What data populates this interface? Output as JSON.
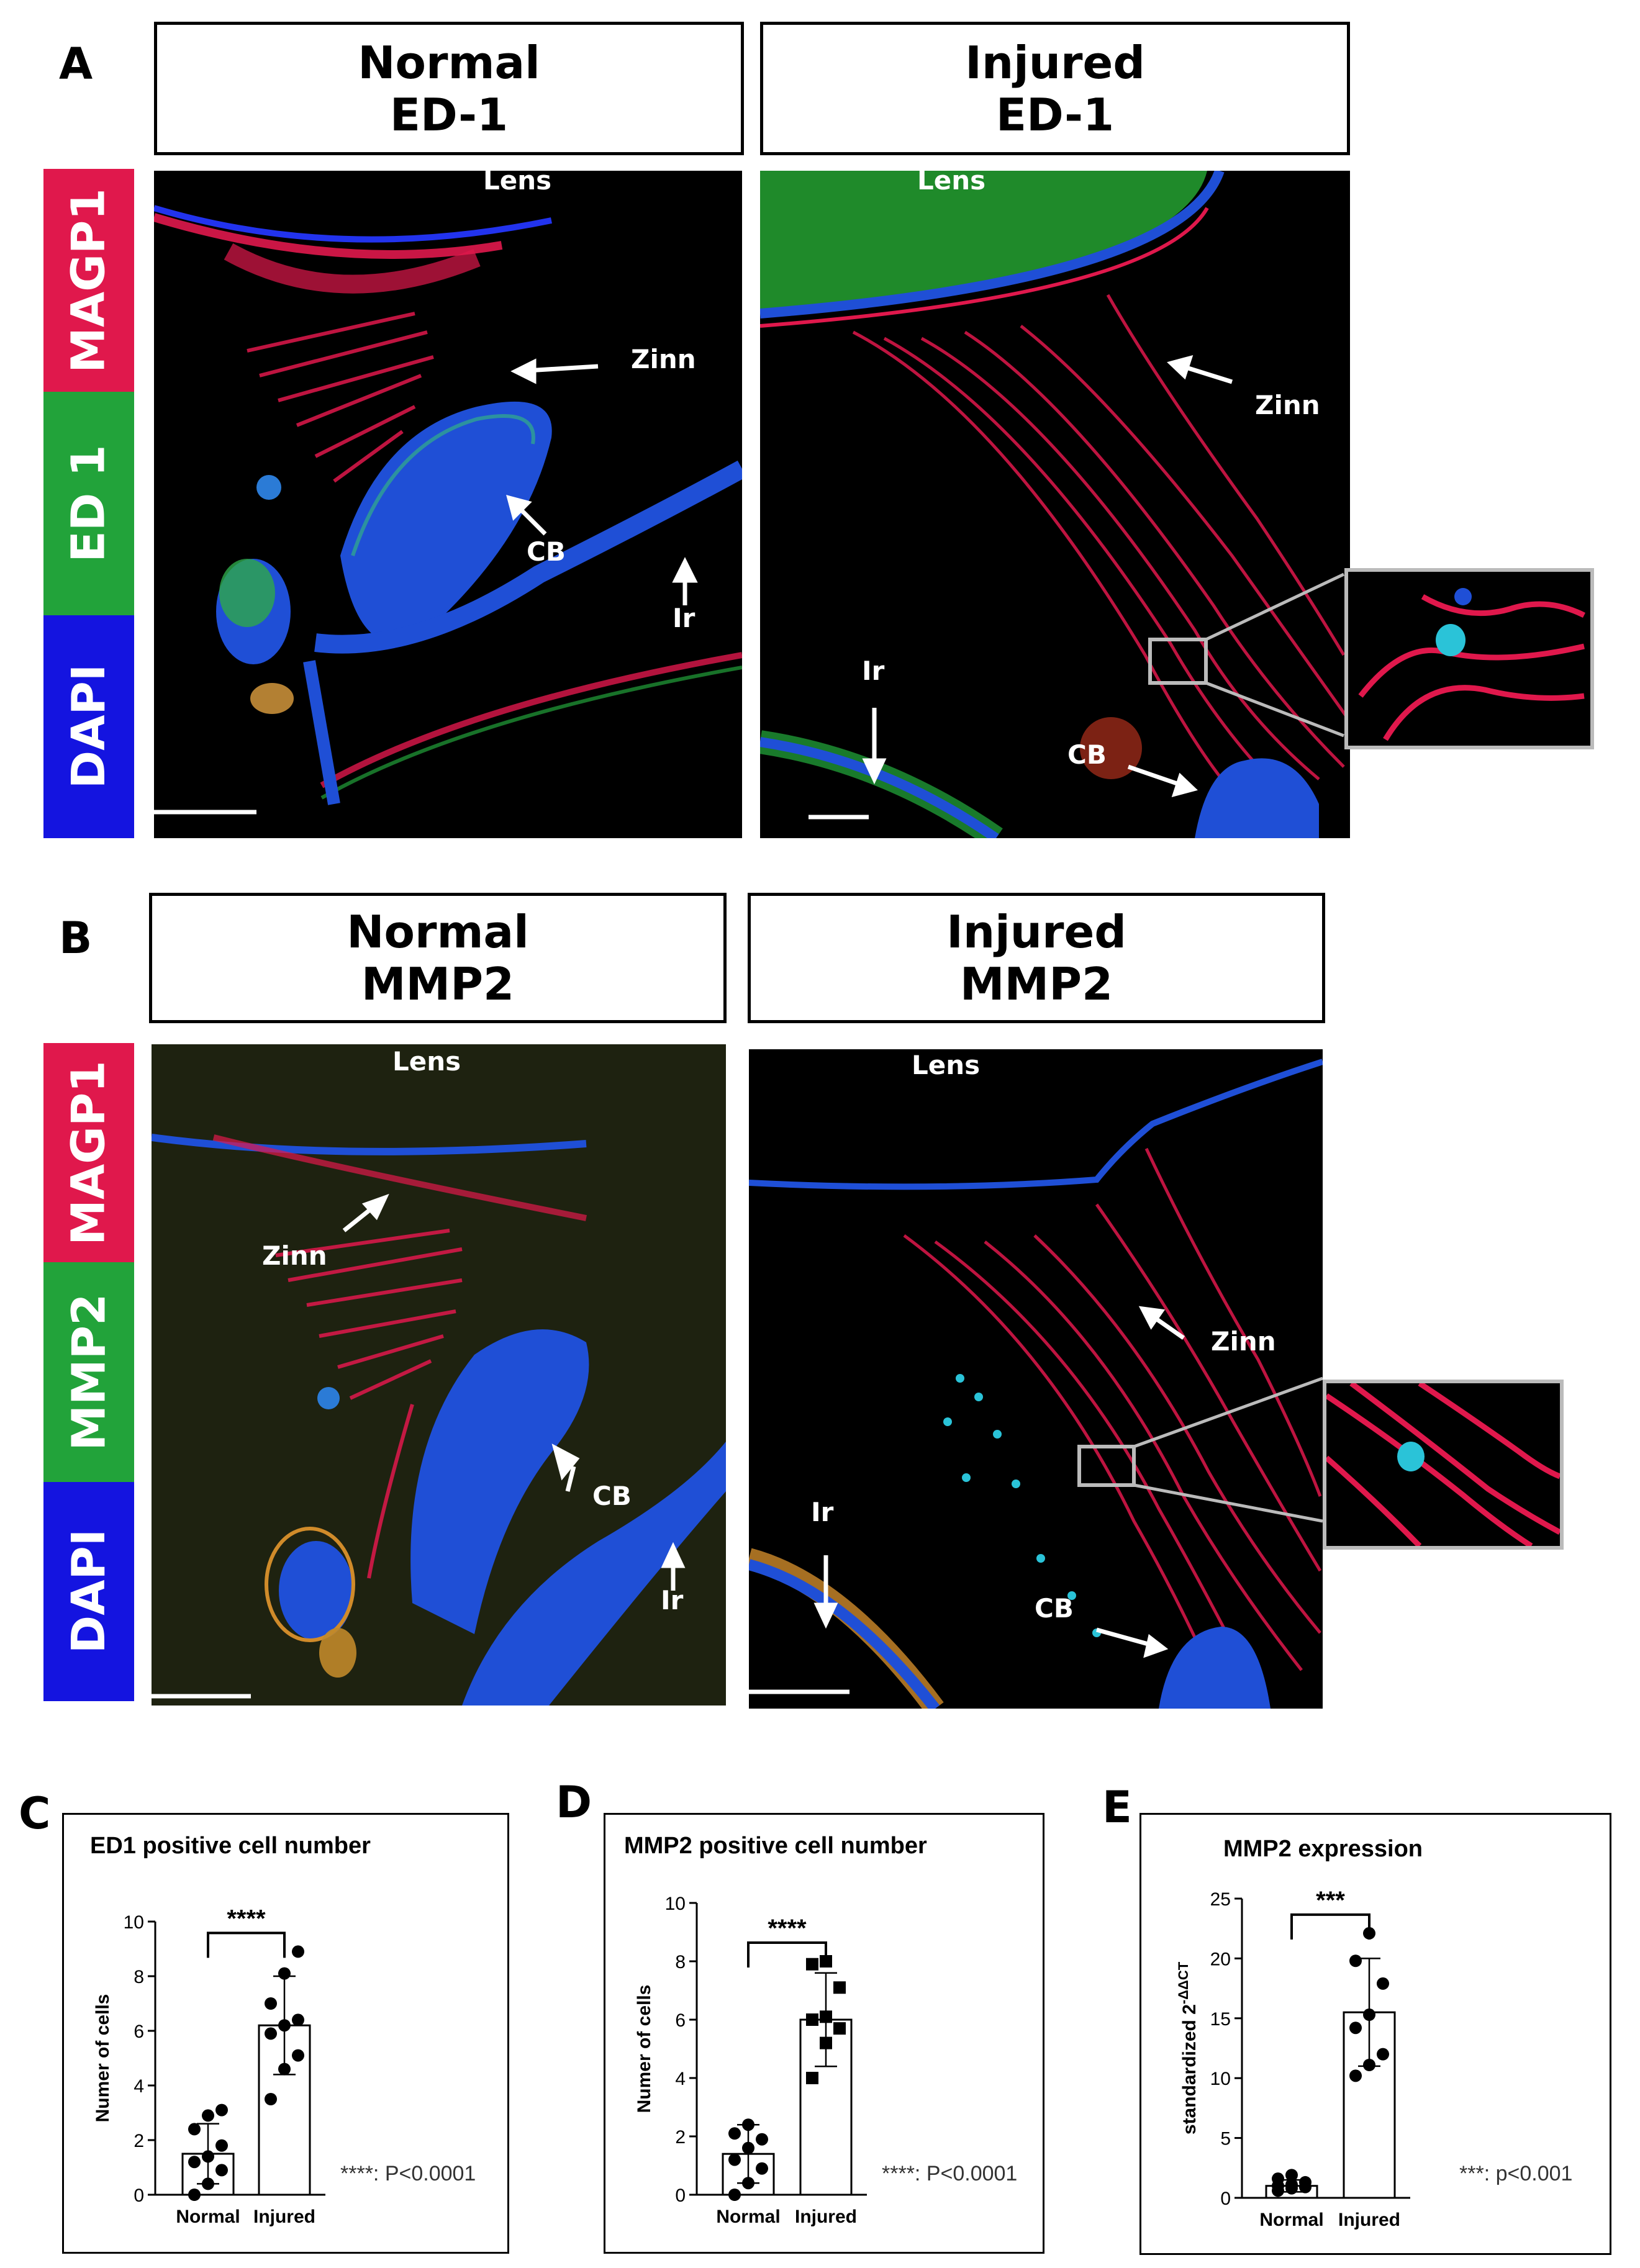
{
  "panels": {
    "A": {
      "letter": "A",
      "channels": [
        "MAGP1",
        "ED 1",
        "DAPI"
      ],
      "left": {
        "title_1": "Normal",
        "title_2": "ED-1",
        "labels": {
          "lens": "Lens",
          "zinn": "Zinn",
          "cb": "CB",
          "ir": "Ir"
        }
      },
      "right": {
        "title_1": "Injured",
        "title_2": "ED-1",
        "labels": {
          "lens": "Lens",
          "zinn": "Zinn",
          "cb": "CB",
          "ir": "Ir"
        }
      }
    },
    "B": {
      "letter": "B",
      "channels": [
        "MAGP1",
        "MMP2",
        "DAPI"
      ],
      "left": {
        "title_1": "Normal",
        "title_2": "MMP2",
        "labels": {
          "lens": "Lens",
          "zinn": "Zinn",
          "cb": "CB",
          "ir": "Ir"
        }
      },
      "right": {
        "title_1": "Injured",
        "title_2": "MMP2",
        "labels": {
          "lens": "Lens",
          "zinn": "Zinn",
          "cb": "CB",
          "ir": "Ir"
        }
      }
    },
    "C": {
      "letter": "C",
      "pnote": "****: P<0.0001"
    },
    "D": {
      "letter": "D",
      "pnote": "****: P<0.0001"
    },
    "E": {
      "letter": "E",
      "pnote": "***: p<0.001"
    }
  },
  "colors": {
    "magp1": "#e0184c",
    "ed1": "#22a33a",
    "mmp2": "#22a33a",
    "dapi": "#1414e0"
  },
  "chart_data": [
    {
      "type": "bar",
      "title": "ED1 positive cell number",
      "ylabel": "Numer of cells",
      "categories": [
        "Normal",
        "Injured"
      ],
      "values": [
        1.5,
        6.2
      ],
      "error": [
        1.1,
        1.8
      ],
      "points": [
        [
          0,
          0.4,
          0.9,
          1.2,
          1.4,
          1.8,
          2.4,
          2.9,
          3.1
        ],
        [
          3.5,
          4.6,
          5.1,
          5.9,
          6.2,
          6.4,
          7.0,
          8.1,
          8.9
        ]
      ],
      "ylim": [
        0,
        10
      ],
      "yticks": [
        0,
        2,
        4,
        6,
        8,
        10
      ],
      "significance": "****"
    },
    {
      "type": "bar",
      "title": "MMP2 positive cell number",
      "ylabel": "Numer of cells",
      "categories": [
        "Normal",
        "Injured"
      ],
      "values": [
        1.4,
        6.0
      ],
      "error": [
        1.0,
        1.6
      ],
      "points": [
        [
          0,
          0.4,
          0.9,
          1.2,
          1.6,
          1.9,
          2.1,
          2.4
        ],
        [
          4.0,
          5.2,
          5.7,
          6.0,
          6.1,
          7.1,
          7.9,
          8.0
        ]
      ],
      "ylim": [
        0,
        10
      ],
      "yticks": [
        0,
        2,
        4,
        6,
        8,
        10
      ],
      "significance": "****"
    },
    {
      "type": "bar",
      "title": "MMP2 expression",
      "ylabel": "standardized 2",
      "ylabel_sup": "-ΔΔCT",
      "categories": [
        "Normal",
        "Injured"
      ],
      "values": [
        1.0,
        15.5
      ],
      "error": [
        0.5,
        4.5
      ],
      "points": [
        [
          0.6,
          0.8,
          0.9,
          1.0,
          1.1,
          1.3,
          1.6,
          1.9
        ],
        [
          10.2,
          11.1,
          12.0,
          14.2,
          15.3,
          17.9,
          19.8,
          22.1
        ]
      ],
      "ylim": [
        0,
        25
      ],
      "yticks": [
        0,
        5,
        10,
        15,
        20,
        25
      ],
      "significance": "***"
    }
  ]
}
